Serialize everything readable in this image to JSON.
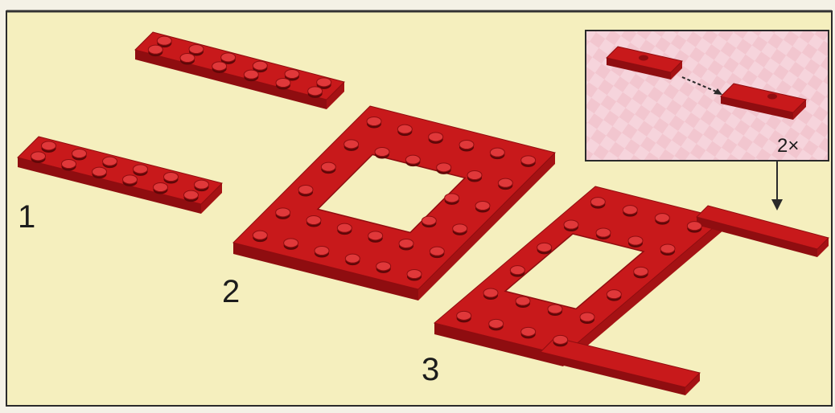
{
  "colors": {
    "page_background": "#f4f1e6",
    "panel_background": "#f5efbe",
    "panel_border": "#2a2a2a",
    "callout_background": "#f2c6cf",
    "brick_red": "#c8191b",
    "brick_dark": "#8f0d10",
    "brick_light": "#e0383a",
    "stud_shadow": "#5e0708"
  },
  "steps": {
    "step_1": "1",
    "step_2": "2",
    "step_3": "3"
  },
  "callout": {
    "quantity": "2×"
  }
}
